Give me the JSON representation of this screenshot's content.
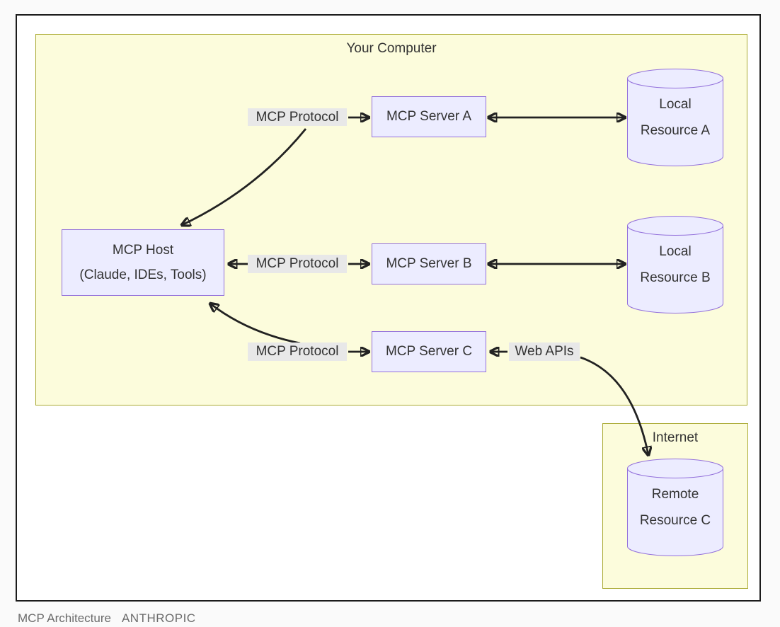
{
  "caption": {
    "title": "MCP Architecture",
    "brand": "ANTHROPIC"
  },
  "colors": {
    "cluster_fill": "#fcfcdc",
    "cluster_border": "#aaaa33",
    "node_fill": "#ececff",
    "node_border": "#9370db",
    "edge_label_bg": "#e8e8e8",
    "arrow": "#222222",
    "text": "#333333"
  },
  "diagram": {
    "clusters": {
      "your_computer": {
        "label": "Your Computer"
      },
      "internet": {
        "label": "Internet"
      }
    },
    "nodes": {
      "host": {
        "line1": "MCP Host",
        "line2": "(Claude, IDEs, Tools)"
      },
      "server_a": {
        "label": "MCP Server A"
      },
      "server_b": {
        "label": "MCP Server B"
      },
      "server_c": {
        "label": "MCP Server C"
      },
      "resource_a": {
        "line1": "Local",
        "line2": "Resource A"
      },
      "resource_b": {
        "line1": "Local",
        "line2": "Resource B"
      },
      "resource_c": {
        "line1": "Remote",
        "line2": "Resource C"
      }
    },
    "edge_labels": {
      "protocol_a": "MCP Protocol",
      "protocol_b": "MCP Protocol",
      "protocol_c": "MCP Protocol",
      "web_apis": "Web APIs"
    }
  }
}
